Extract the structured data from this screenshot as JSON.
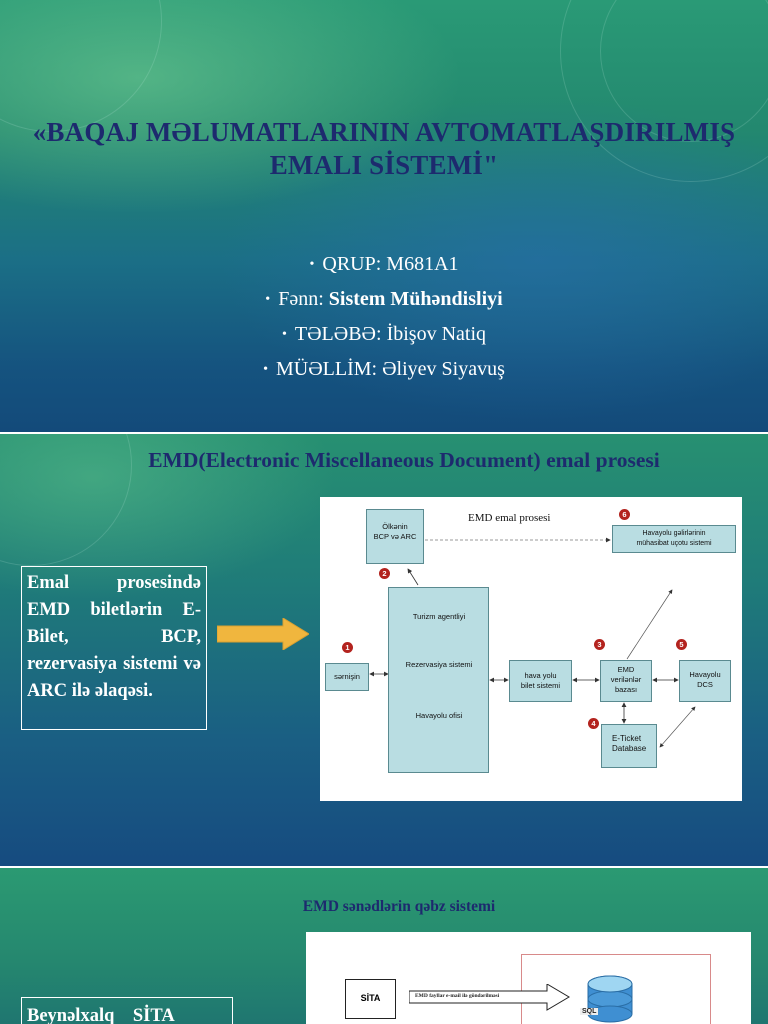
{
  "slide1": {
    "title_line1": "«BAQAJ MƏLUMATLARININ AVTOMATLAŞDIRILMIŞ",
    "title_line2": "EMALI SİSTEMİ\"",
    "bullet_glyph": "•",
    "bullets": [
      {
        "label": "QRUP: ",
        "value": "M681A1"
      },
      {
        "label": "Fənn: ",
        "value": "Sistem Mühəndisliyi"
      },
      {
        "label": "TƏLƏBƏ: ",
        "value": "İbişov Natiq"
      },
      {
        "label": "MÜƏLLİM: ",
        "value": "Əliyev Siyavuş"
      }
    ]
  },
  "slide2": {
    "title": "EMD(Electronic Miscellaneous Document) emal prosesi",
    "textbox": "Emal prosesində EMD biletlərin E-Bilet, BCP, rezervasiya sistemi və ARC ilə əlaqəsi.",
    "arrow_color": "#f0b63e",
    "diagram": {
      "title": "EMD emal prosesi",
      "ulkenin": "Ölkənin",
      "bcp_arc": "BCP və ARC",
      "havayolu_gelir_1": "Havayolu gəlirlərinin",
      "havayolu_gelir_2": "mühasibat uçotu sistemi",
      "agency_1": "Turizm agentliyi",
      "agency_2": "Rezervasiya sistemi",
      "agency_3": "Havayolu ofisi",
      "semisin": "sərnişin",
      "bilet_1": "hava yolu",
      "bilet_2": "bilet sistemi",
      "emd_1": "EMD",
      "emd_2": "verilənlər",
      "emd_3": "bazası",
      "dcs_1": "Havayolu",
      "dcs_2": "DCS",
      "eticket_1": "E-Ticket",
      "eticket_2": "Database",
      "markers": [
        "1",
        "2",
        "3",
        "4",
        "5",
        "6"
      ]
    }
  },
  "slide3": {
    "title": "EMD sənədlərin qəbz sistemi",
    "sita": "SİTA",
    "arrow_text": "EMD fayllar e-mail ilə göndərilməsi",
    "sql": "SQL",
    "textbox": "Beynəlxalq    SİTA"
  }
}
